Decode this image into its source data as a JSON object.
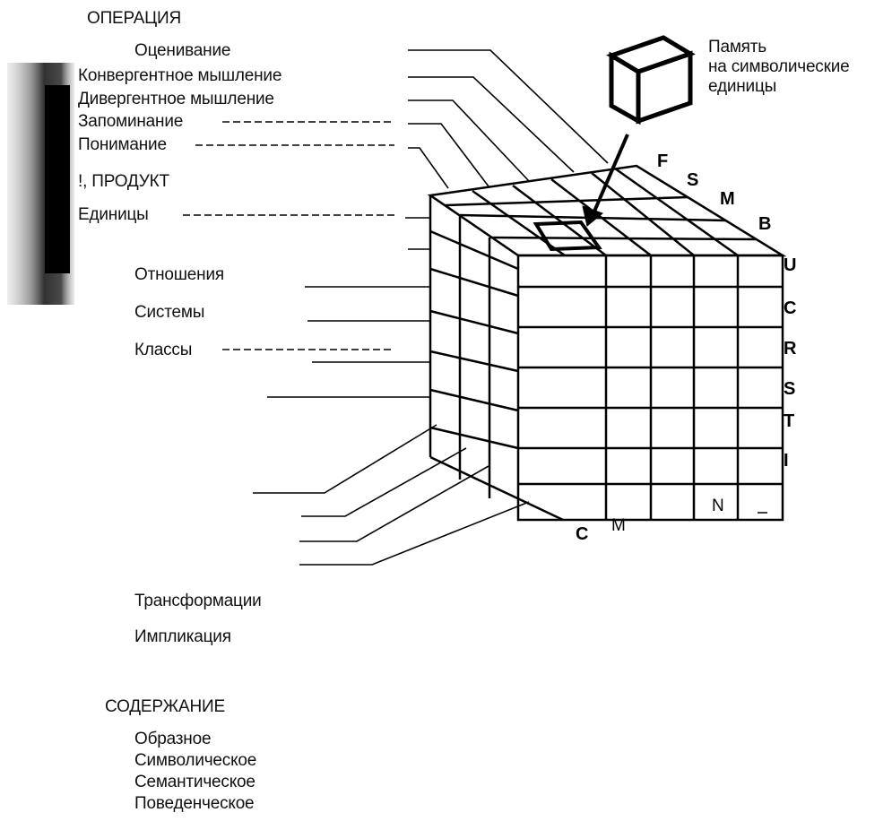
{
  "operation": {
    "heading": "ОПЕРАЦИЯ",
    "items": [
      "Оценивание",
      "Конвергентное мышление",
      "Дивергентное мышление",
      "Запоминание",
      "Понимание"
    ]
  },
  "product": {
    "heading": "!, ПРОДУКТ",
    "items": [
      "Единицы",
      "Отношения",
      "Системы",
      "Классы",
      "Трансформации",
      "Импликация"
    ]
  },
  "content": {
    "heading": "СОДЕРЖАНИЕ",
    "items": [
      "Образное",
      "Символическое",
      "Семантическое",
      "Поведенческое"
    ]
  },
  "callout": {
    "line1": "Память",
    "line2": "на символические",
    "line3": "единицы"
  },
  "cube_letters": {
    "top": [
      "F",
      "S",
      "M",
      "B"
    ],
    "right": [
      "U",
      "C",
      "R",
      "S",
      "T",
      "I"
    ],
    "bottom": [
      "C",
      "M",
      "N"
    ]
  }
}
